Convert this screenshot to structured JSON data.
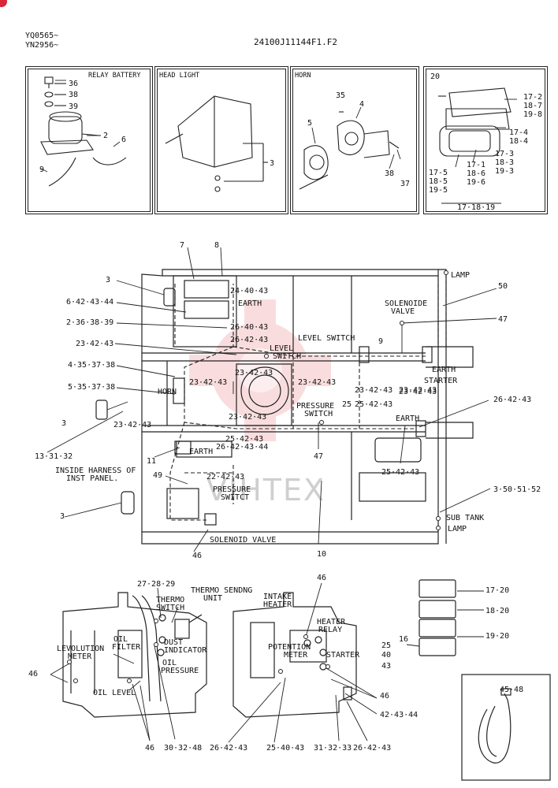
{
  "header": {
    "serial_lines": [
      "YQ0565~",
      "YN2956~"
    ],
    "doc_id": "24100J11144F1.F2"
  },
  "watermark": "VIHTEX",
  "panels": {
    "relay_battery": {
      "title": "RELAY BATTERY",
      "labels": [
        "36",
        "38",
        "39",
        "2",
        "6",
        "9"
      ]
    },
    "head_light": {
      "title": "HEAD LIGHT",
      "labels": [
        "3"
      ]
    },
    "horn": {
      "title": "HORN",
      "labels": [
        "35",
        "4",
        "5",
        "38",
        "37"
      ]
    },
    "lamp": {
      "labels": [
        "20",
        "17-2",
        "18-7",
        "19-8",
        "17-4",
        "18-4",
        "17-3",
        "18-3",
        "19-3",
        "17-1",
        "18-6",
        "19-6",
        "17-5",
        "18-5",
        "19-5",
        "17·18·19"
      ]
    }
  },
  "main": {
    "left": [
      "7",
      "8",
      "3",
      "6·42·43·44",
      "2·36·38·39",
      "23·42·43",
      "4·35·37·38",
      "5·35·37·38",
      "3",
      "23·42·43",
      "13·31·32",
      "INSIDE HARNESS OF",
      "INST PANEL.",
      "3",
      "11",
      "49"
    ],
    "inner": [
      "24·40·43",
      "EARTH",
      "26·40·43",
      "26·42·43",
      "LEVEL",
      "SWITCH",
      "LEVEL SWITCH",
      "9",
      "23·42·43",
      "23·42·43",
      "23·42·43",
      "23·42·43",
      "HORN",
      "23·42·43",
      "PRESSURE",
      "SWITCH",
      "25",
      "25·42·43",
      "23·42·43",
      "25·42·43",
      "EARTH",
      "26·42·43·44",
      "22·42·43",
      "PRESSURE",
      "SWITCT",
      "47",
      "SOLENOID VALVE",
      "46",
      "10"
    ],
    "right": [
      "LAMP",
      "50",
      "SOLENOIDE",
      "VALVE",
      "47",
      "EARTH",
      "STARTER",
      "23·42·43",
      "26·42·43",
      "EARTH",
      "25·42·43",
      "3·50·51·52",
      "SUB TANK",
      "LAMP"
    ]
  },
  "engine_left": {
    "labels": [
      "27·28·29",
      "THERMO SENDNG",
      "UNIT",
      "THERMO",
      "SWITCH",
      "LEVOLUTION",
      "METER",
      "OIL",
      "FILTER",
      "DUST",
      "INDICATOR",
      "OIL",
      "PRESSURE",
      "OIL LEVEL",
      "46",
      "46",
      "30·32·48"
    ]
  },
  "engine_right": {
    "labels": [
      "46",
      "INTAKE",
      "HEATER",
      "HEATER",
      "RELAY",
      "25",
      "40",
      "43",
      "POTENTION",
      "METER",
      "STARTER",
      "46",
      "42·43·44",
      "26·42·43",
      "25·40·43",
      "31·32·33",
      "26·42·43"
    ]
  },
  "stack": {
    "labels": [
      "17·20",
      "18·20",
      "19·20",
      "16"
    ]
  },
  "band": {
    "labels": [
      "45·48"
    ]
  }
}
